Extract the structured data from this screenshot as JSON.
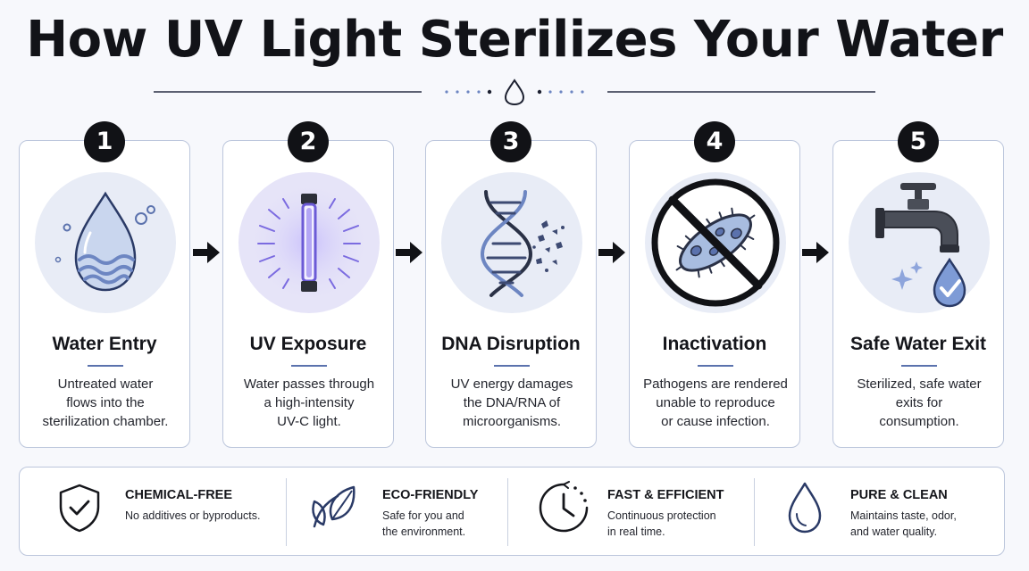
{
  "title": "How UV Light Sterilizes Your Water",
  "steps": [
    {
      "number": "1",
      "title": "Water Entry",
      "desc_lines": [
        "Untreated water",
        "flows into the",
        "sterilization chamber."
      ],
      "icon": "water-drop-icon"
    },
    {
      "number": "2",
      "title": "UV Exposure",
      "desc_lines": [
        "Water passes through",
        "a high-intensity",
        "UV-C light."
      ],
      "icon": "uv-lamp-icon"
    },
    {
      "number": "3",
      "title": "DNA Disruption",
      "desc_lines": [
        "UV energy damages",
        "the DNA/RNA of",
        "microorganisms."
      ],
      "icon": "dna-icon"
    },
    {
      "number": "4",
      "title": "Inactivation",
      "desc_lines": [
        "Pathogens are rendered",
        "unable to reproduce",
        "or cause infection."
      ],
      "icon": "no-bacteria-icon"
    },
    {
      "number": "5",
      "title": "Safe Water Exit",
      "desc_lines": [
        "Sterilized, safe water",
        "exits for",
        "consumption."
      ],
      "icon": "faucet-icon"
    }
  ],
  "benefits": [
    {
      "title": "CHEMICAL-FREE",
      "desc_lines": [
        "No additives or byproducts."
      ],
      "icon": "shield-check-icon"
    },
    {
      "title": "ECO-FRIENDLY",
      "desc_lines": [
        "Safe for you and",
        "the environment."
      ],
      "icon": "leaf-icon"
    },
    {
      "title": "FAST & EFFICIENT",
      "desc_lines": [
        "Continuous protection",
        "in real time."
      ],
      "icon": "clock-icon"
    },
    {
      "title": "PURE & CLEAN",
      "desc_lines": [
        "Maintains taste, odor,",
        "and water quality."
      ],
      "icon": "droplet-icon"
    }
  ],
  "colors": {
    "accent": "#5b72ad",
    "card_border": "#bcc6dc",
    "dark": "#111216",
    "icon_fill": "#a8bde0",
    "uv_glow": "#8f7dea"
  }
}
